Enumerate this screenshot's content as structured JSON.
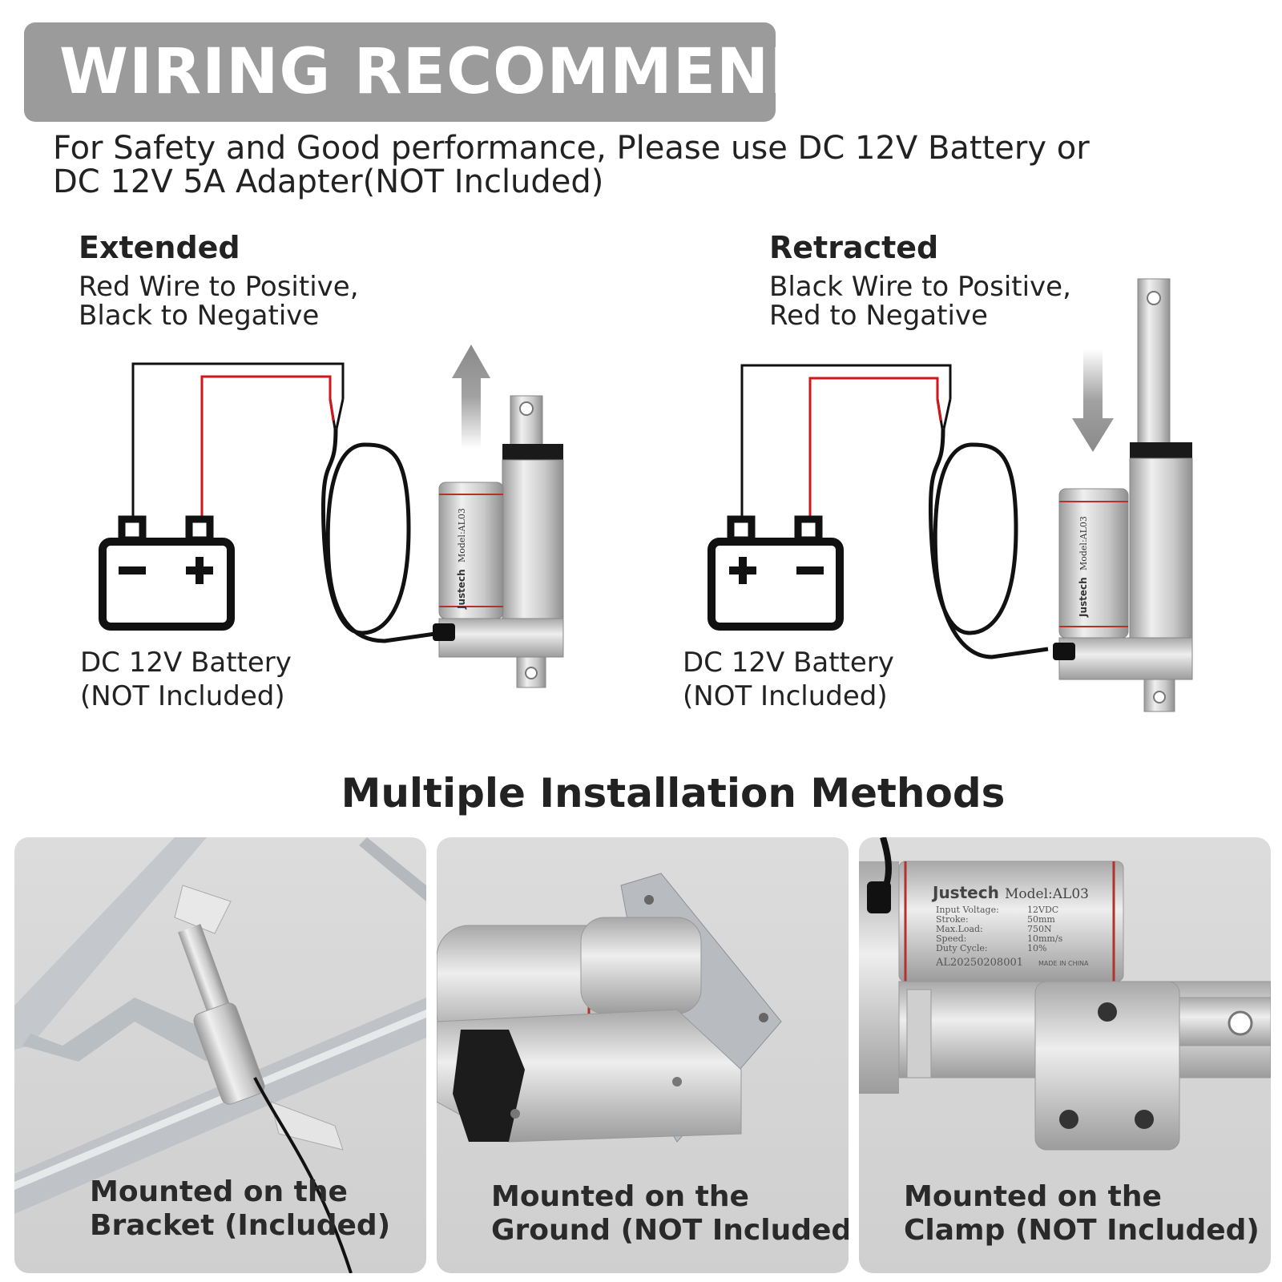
{
  "banner": {
    "title": "WIRING RECOMMEND"
  },
  "notice": {
    "line1": "For Safety and Good performance, Please use DC 12V Battery or",
    "line2": "DC 12V 5A Adapter(NOT Included)"
  },
  "modes": [
    {
      "title": "Extended",
      "desc_line1": "Red Wire to Positive,",
      "desc_line2": "Black to Negative",
      "battery_line1": "DC 12V Battery",
      "battery_line2": "(NOT Included)",
      "arrow": "up"
    },
    {
      "title": "Retracted",
      "desc_line1": "Black Wire to Positive,",
      "desc_line2": "Red to Negative",
      "battery_line1": "DC 12V Battery",
      "battery_line2": "(NOT Included)",
      "arrow": "down"
    }
  ],
  "installation": {
    "title": "Multiple Installation Methods",
    "methods": [
      {
        "line1": "Mounted on the",
        "line2": "Bracket (Included)"
      },
      {
        "line1": "Mounted on the",
        "line2": "Ground (NOT Included)"
      },
      {
        "line1": "Mounted on the",
        "line2": "Clamp (NOT Included)"
      }
    ]
  },
  "actuator_label": {
    "brand": "Justech",
    "model": "Model:AL03",
    "spec_rows": [
      [
        "Input Voltage:",
        "12VDC"
      ],
      [
        "Stroke:",
        "50mm"
      ],
      [
        "Max.Load:",
        "750N"
      ],
      [
        "Speed:",
        "10mm/s"
      ],
      [
        "Duty Cycle:",
        "10%"
      ]
    ],
    "serial": "AL20250208001",
    "origin": "MADE IN CHINA"
  },
  "colors": {
    "banner": "#9b9b9b",
    "red_wire": "#d2161b",
    "black_wire": "#111111",
    "arrow": "#8a8a8a"
  }
}
